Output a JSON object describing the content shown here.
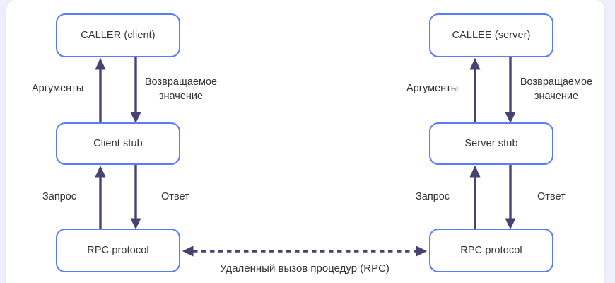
{
  "colors": {
    "box_border": "#5b7cf8",
    "arrow": "#474370",
    "text": "#333333",
    "page_background": "#edf0fb",
    "card_background": "#ffffff"
  },
  "client_column": {
    "caller_box_label": "CALLER (client)",
    "stub_box_label": "Client stub",
    "protocol_box_label": "RPC protocol",
    "arguments_label": "Аргументы",
    "return_value_label": "Возвращаемое значение",
    "request_label": "Запрос",
    "response_label": "Ответ"
  },
  "server_column": {
    "callee_box_label": "CALLEE (server)",
    "stub_box_label": "Server stub",
    "protocol_box_label": "RPC protocol",
    "arguments_label": "Аргументы",
    "return_value_label": "Возвращаемое значение",
    "request_label": "Запрос",
    "response_label": "Ответ"
  },
  "rpc_link_label": "Удаленный вызов процедур (RPC)"
}
